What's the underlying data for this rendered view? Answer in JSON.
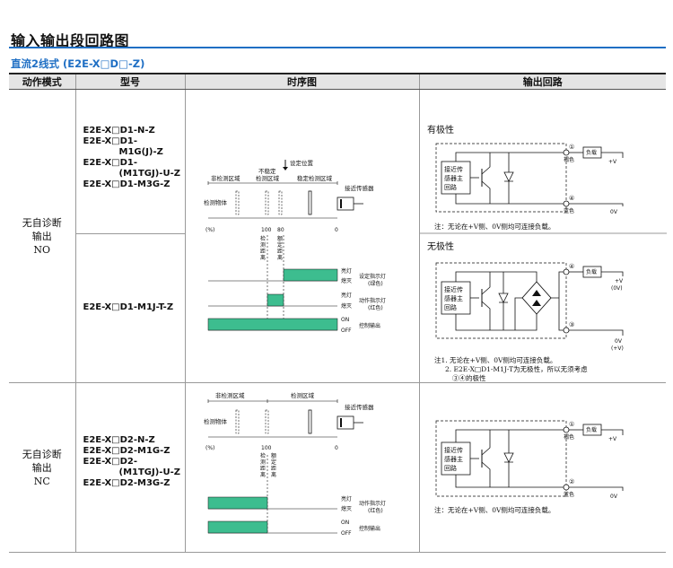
{
  "page": {
    "title": "输入输出段回路图",
    "section": "直流2线式 (E2E-X□D□-Z)"
  },
  "table": {
    "headers": [
      "动作模式",
      "型号",
      "时序图",
      "输出回路"
    ],
    "rows": [
      {
        "mode": [
          "无自诊断",
          "输出",
          "NO"
        ],
        "models_upper": [
          {
            "text": "E2E-X□D1-N-Z",
            "indent": false
          },
          {
            "text": "E2E-X□D1-",
            "indent": false
          },
          {
            "text": "M1G(J)-Z",
            "indent": true
          },
          {
            "text": "E2E-X□D1-",
            "indent": false
          },
          {
            "text": "(M1TGJ)-U-Z",
            "indent": true
          },
          {
            "text": "E2E-X□D1-M3G-Z",
            "indent": false
          }
        ],
        "models_lower": [
          {
            "text": "E2E-X□D1-M1J-T-Z",
            "indent": false
          }
        ]
      },
      {
        "mode": [
          "无自诊断",
          "输出",
          "NC"
        ],
        "models_upper": [
          {
            "text": "E2E-X□D2-N-Z",
            "indent": false
          },
          {
            "text": "E2E-X□D2-M1G-Z",
            "indent": false
          },
          {
            "text": "E2E-X□D2-",
            "indent": false
          },
          {
            "text": "(M1TGJ)-U-Z",
            "indent": true
          },
          {
            "text": "E2E-X□D2-M3G-Z",
            "indent": false
          }
        ],
        "models_lower": []
      }
    ]
  },
  "timing_no": {
    "set_position": "设定位置",
    "unstable_zone": [
      "不稳定",
      "检测区域"
    ],
    "non_detect_zone": "非检测区域",
    "stable_zone": "稳定检测区域",
    "target_label": "检测物体",
    "sensor_label": "接近传感器",
    "percent_label": "(%)",
    "ticks": [
      "100",
      "80",
      "0"
    ],
    "vert_detect": "检测距离",
    "vert_rated": "额定距离",
    "light_on": "亮灯",
    "light_off": "熄灭",
    "set_indicator": "设定指示灯",
    "set_indicator_color": "(绿色)",
    "action_indicator": "动作指示灯",
    "action_indicator_color": "(红色)",
    "out_on": "ON",
    "out_off": "OFF",
    "control_output": "控制输出"
  },
  "timing_nc": {
    "non_detect_zone": "非检测区域",
    "detect_zone": "检测区域",
    "target_label": "检测物体",
    "sensor_label": "接近传感器",
    "percent_label": "(%)",
    "ticks": [
      "100",
      "0"
    ],
    "vert_detect": "检测距离",
    "vert_rated": "额定距离",
    "light_on": "亮灯",
    "light_off": "熄灭",
    "action_indicator": "动作指示灯",
    "action_indicator_color": "(红色)",
    "out_on": "ON",
    "out_off": "OFF",
    "control_output": "控制输出"
  },
  "circuit_polar": {
    "title": "有极性",
    "sensor": [
      "接近传",
      "感器主",
      "回路"
    ],
    "pin1": "①",
    "pin4": "④",
    "brown": "褐色",
    "blue": "蓝色",
    "load": "负载",
    "plus_v": "+V",
    "zero_v": "0V",
    "note": "注：无论在+V侧、0V侧均可连接负载。"
  },
  "circuit_nonpolar": {
    "title": "无极性",
    "sensor": [
      "接近传",
      "感器主",
      "回路"
    ],
    "pin4": "④",
    "pin3": "③",
    "load": "负载",
    "top_v": "+V",
    "top_v_alt": "(0V)",
    "bottom_v": "0V",
    "bottom_v_alt": "(+V)",
    "note1": "注1. 无论在+V侧、0V侧均可连接负载。",
    "note2a": "2. E2E-X□D1-M1J-T为无极性，所以无须考虑",
    "note2b": "③④的极性"
  },
  "circuit_nc": {
    "sensor": [
      "接近传",
      "感器主",
      "回路"
    ],
    "pin1": "①",
    "pin2": "②",
    "brown": "褐色",
    "blue": "蓝色",
    "load": "负载",
    "plus_v": "+V",
    "zero_v": "0V",
    "note": "注：无论在+V侧、0V侧均可连接负载。"
  },
  "colors": {
    "accent": "#1f6fc4",
    "signal": "#3dbd8f"
  }
}
